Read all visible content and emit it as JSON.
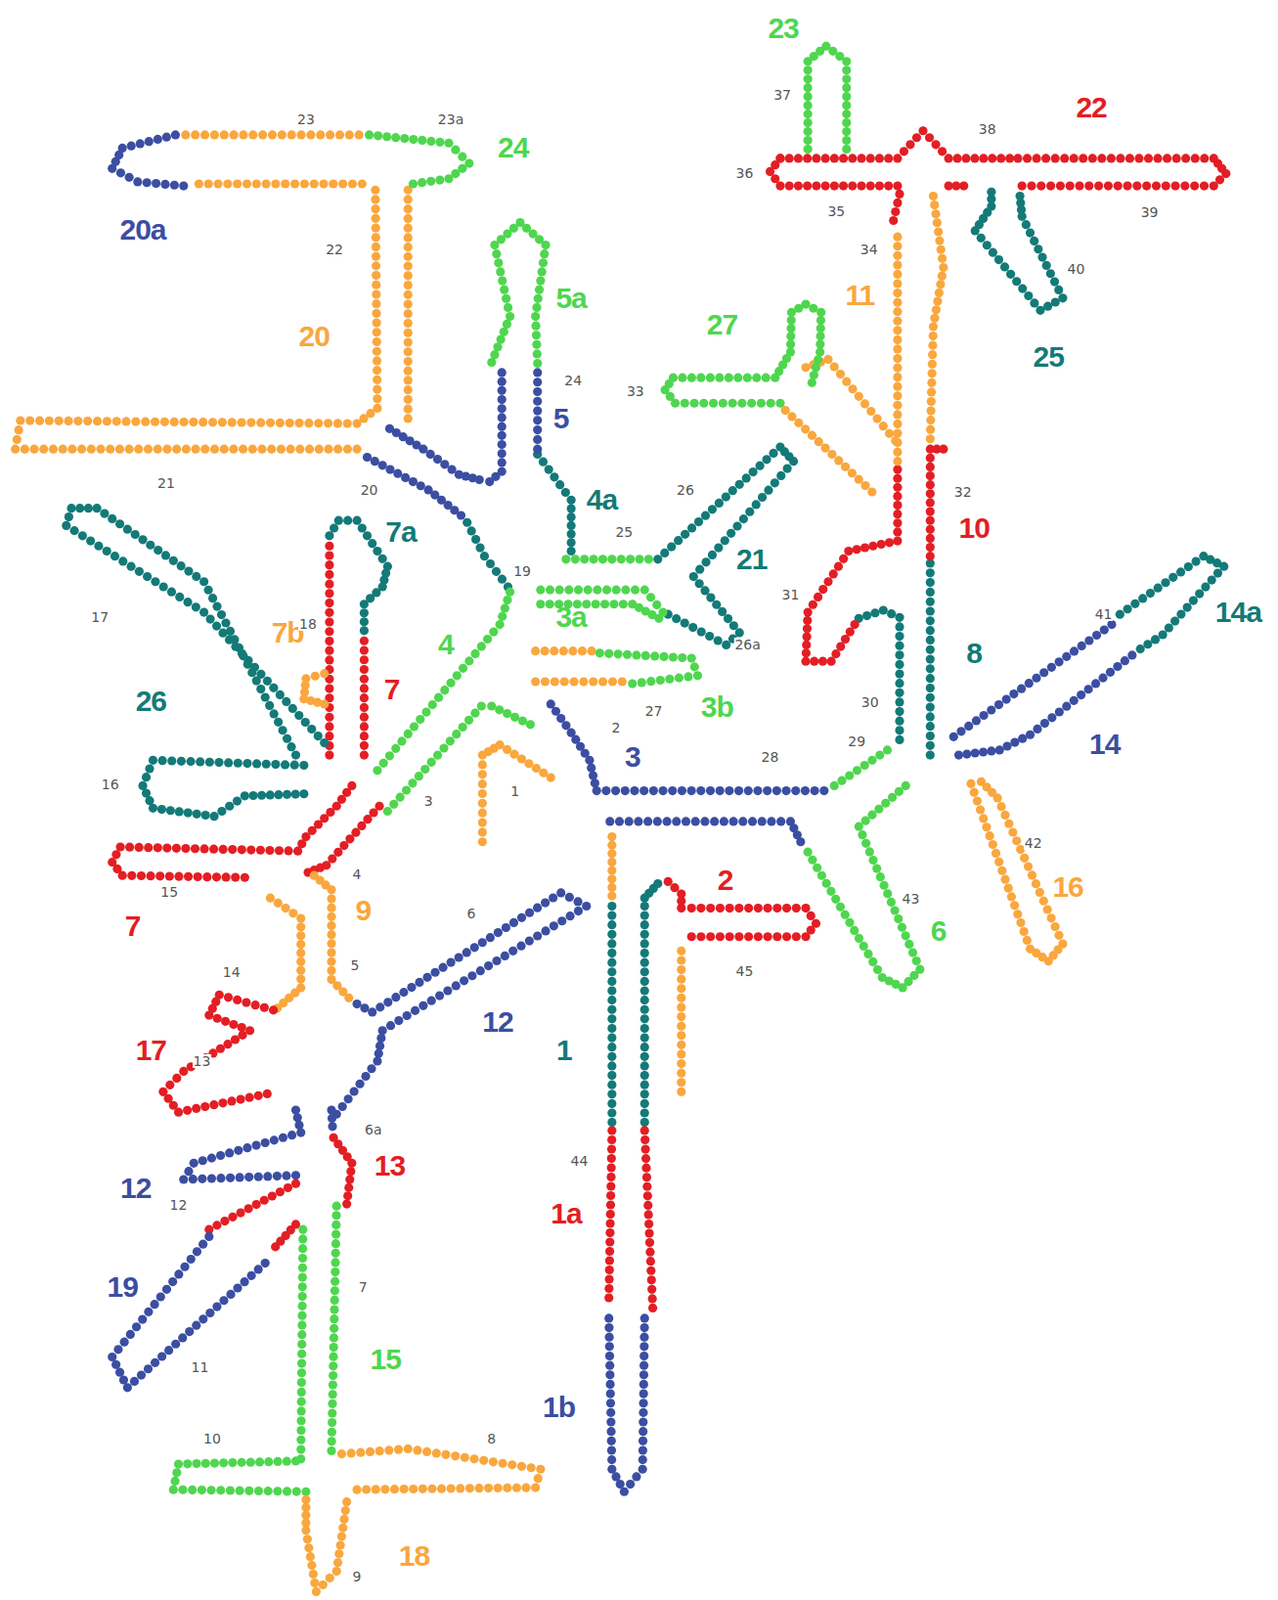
{
  "diagram": {
    "labels": [
      "23",
      "22",
      "24",
      "20a",
      "5a",
      "27",
      "11",
      "25",
      "20",
      "5",
      "4a",
      "21",
      "10",
      "7a",
      "3a",
      "4",
      "7b",
      "7",
      "26",
      "3b",
      "8",
      "14a",
      "14",
      "3",
      "7",
      "9",
      "2",
      "16",
      "6",
      "12",
      "1",
      "17",
      "13",
      "12",
      "1a",
      "19",
      "15",
      "1b",
      "18",
      "23",
      "23a",
      "22",
      "21",
      "20",
      "24",
      "19",
      "25",
      "26",
      "17",
      "18",
      "16",
      "3",
      "1",
      "2",
      "27",
      "26a",
      "28",
      "29",
      "30",
      "31",
      "32",
      "33",
      "34",
      "35",
      "36",
      "37",
      "38",
      "39",
      "40",
      "41",
      "42",
      "43",
      "44",
      "45",
      "4",
      "5",
      "6",
      "6a",
      "7",
      "8",
      "9",
      "10",
      "11",
      "12",
      "13",
      "14",
      "15"
    ]
  }
}
